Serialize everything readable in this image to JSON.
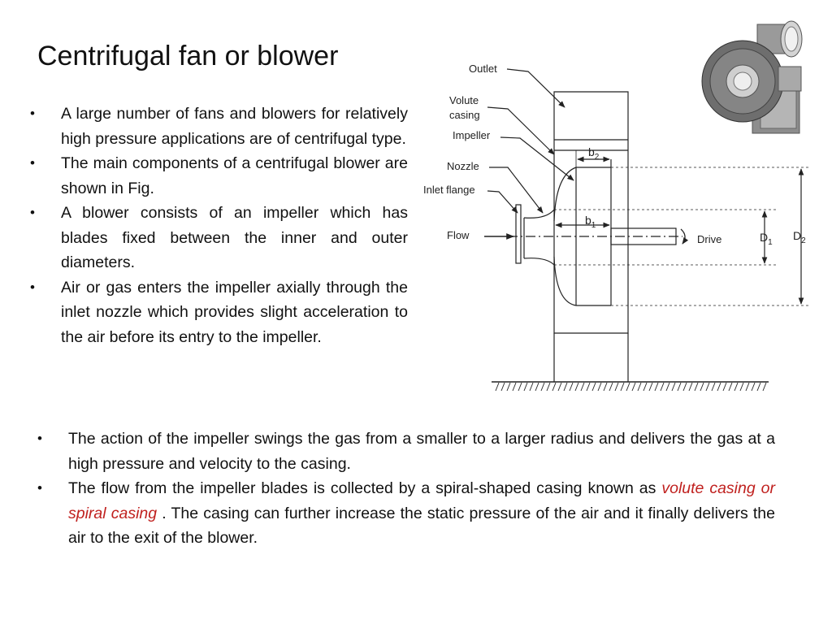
{
  "title": "Centrifugal fan or blower",
  "left_bullets": [
    "A large number of fans and blowers for relatively high pressure applications are of centrifugal type.",
    "The main components of a centrifugal blower are shown in Fig.",
    "A blower consists of an impeller which has blades fixed between the inner and outer diameters.",
    "Air or gas enters the impeller axially through the inlet nozzle which provides slight acceleration to the air before its entry to the impeller."
  ],
  "bottom_bullets": {
    "b1": "The action of the impeller swings the gas from a smaller to a larger radius and delivers the gas at a high pressure and velocity to the casing.",
    "b2_before": "The flow from the impeller blades is collected by a spiral-shaped casing known as ",
    "b2_highlight": "volute casing or spiral casing",
    "b2_after": " . The casing can further increase the static pressure of the air and it finally delivers the air to the exit of the blower."
  },
  "bullet_glyph": "•",
  "highlight_color": "#c0211f",
  "diagram": {
    "labels": {
      "outlet": "Outlet",
      "volute_1": "Volute",
      "volute_2": "casing",
      "impeller": "Impeller",
      "nozzle": "Nozzle",
      "inlet_flange": "Inlet flange",
      "flow": "Flow",
      "drive": "Drive"
    },
    "symbols": {
      "b2": "b",
      "b2_sub": "2",
      "b1": "b",
      "b1_sub": "1",
      "d1": "D",
      "d1_sub": "1",
      "d2": "D",
      "d2_sub": "2"
    }
  },
  "photo": {
    "icon": "blower-photo-icon"
  }
}
